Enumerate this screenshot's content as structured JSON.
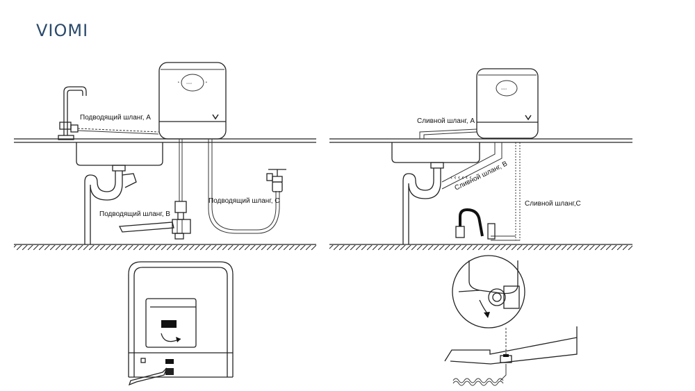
{
  "brand": {
    "logo_text": "VIOMI"
  },
  "left_diagram": {
    "labels": {
      "inlet_hose_a": "Подводящий шланг, A",
      "inlet_hose_b": "Подводящий шланг, B",
      "inlet_hose_c": "Подводящий шланг, C"
    }
  },
  "right_diagram": {
    "labels": {
      "drain_hose_a": "Сливной шланг, A",
      "drain_hose_b": "Сливной шланг, B",
      "drain_hose_c": "Сливной шланг,C"
    }
  },
  "icons": {
    "logo": "viomi-logo",
    "faucet": "faucet-icon",
    "tap": "wall-tap-icon",
    "arrow": "rotate-arrow-icon"
  }
}
